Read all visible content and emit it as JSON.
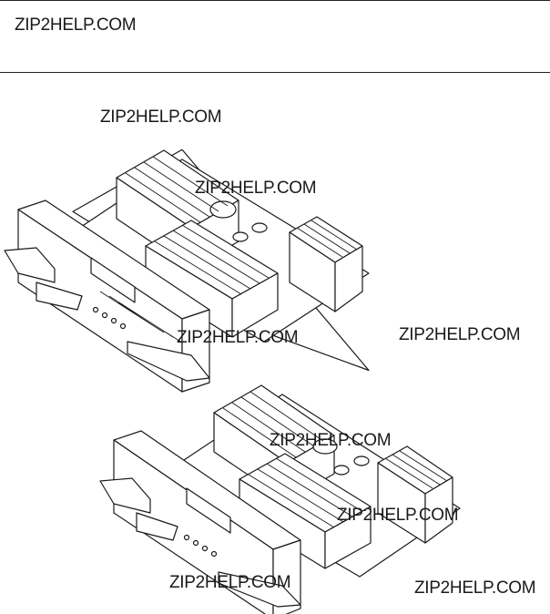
{
  "watermarks": [
    "ZIP2HELP.COM",
    "ZIP2HELP.COM",
    "ZIP2HELP.COM",
    "ZIP2HELP.COM",
    "ZIP2HELP.COM",
    "ZIP2HELP.COM",
    "ZIP2HELP.COM",
    "ZIP2HELP.COM",
    "ZIP2HELP.COM"
  ],
  "figures": [
    {
      "name": "processor-module-illustration"
    },
    {
      "name": "processor-module-illustration"
    }
  ],
  "colors": {
    "line": "#1a1a1a",
    "background": "#ffffff"
  }
}
